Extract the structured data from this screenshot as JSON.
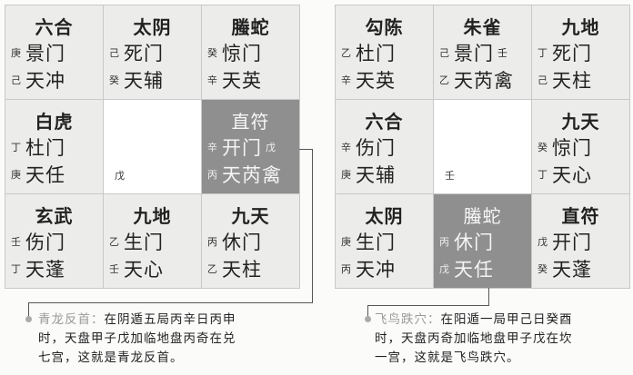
{
  "left_chart": {
    "cells": [
      {
        "deity": "六合",
        "door_stem": "庚",
        "door": "景门",
        "star_stem": "己",
        "star": "天冲"
      },
      {
        "deity": "太阴",
        "door_stem": "己",
        "door": "死门",
        "star_stem": "癸",
        "star": "天辅"
      },
      {
        "deity": "螣蛇",
        "door_stem": "癸",
        "door": "惊门",
        "star_stem": "辛",
        "star": "天英"
      },
      {
        "deity": "白虎",
        "door_stem": "丁",
        "door": "杜门",
        "star_stem": "庚",
        "star": "天任"
      },
      {
        "center_stem": "戊"
      },
      {
        "deity": "直符",
        "door_stem": "辛",
        "door": "开门",
        "door_stem_right": "戊",
        "star_stem": "丙",
        "star": "天芮禽",
        "highlighted": true
      },
      {
        "deity": "玄武",
        "door_stem": "壬",
        "door": "伤门",
        "star_stem": "丁",
        "star": "天蓬"
      },
      {
        "deity": "九地",
        "door_stem": "乙",
        "door": "生门",
        "star_stem": "壬",
        "star": "天心"
      },
      {
        "deity": "九天",
        "door_stem": "丙",
        "door": "休门",
        "star_stem": "乙",
        "star": "天柱"
      }
    ],
    "caption": {
      "title": "青龙反首：",
      "line1": "在阴遁五局丙辛日丙申",
      "line2": "时，天盘甲子戊加临地盘丙奇在兑",
      "line3": "七宫，这就是青龙反首。"
    }
  },
  "right_chart": {
    "cells": [
      {
        "deity": "勾陈",
        "door_stem": "乙",
        "door": "杜门",
        "star_stem": "辛",
        "star": "天英"
      },
      {
        "deity": "朱雀",
        "door_stem": "己",
        "door": "景门",
        "door_stem_right": "壬",
        "star_stem": "乙",
        "star": "天芮禽"
      },
      {
        "deity": "九地",
        "door_stem": "丁",
        "door": "死门",
        "star_stem": "己",
        "star": "天柱"
      },
      {
        "deity": "六合",
        "door_stem": "辛",
        "door": "伤门",
        "star_stem": "庚",
        "star": "天辅"
      },
      {
        "center_stem": "壬"
      },
      {
        "deity": "九天",
        "door_stem": "癸",
        "door": "惊门",
        "star_stem": "丁",
        "star": "天心"
      },
      {
        "deity": "太阴",
        "door_stem": "庚",
        "door": "生门",
        "star_stem": "丙",
        "star": "天冲"
      },
      {
        "deity": "螣蛇",
        "door_stem": "丙",
        "door": "休门",
        "star_stem": "戊",
        "star": "天任",
        "highlighted": true
      },
      {
        "deity": "直符",
        "door_stem": "戊",
        "door": "开门",
        "star_stem": "癸",
        "star": "天蓬"
      }
    ],
    "caption": {
      "title": "飞鸟跌穴：",
      "line1": "在阳遁一局甲己日癸酉",
      "line2": "时，天盘丙奇加临地盘甲子戊在坎",
      "line3": "一宫，这就是飞鸟跌穴。"
    }
  },
  "colors": {
    "highlight_cell": "#8f8f8f",
    "cell_bg": "#ececea",
    "grid_line": "#c9c9c9",
    "caption_title": "#9a9a9a"
  }
}
